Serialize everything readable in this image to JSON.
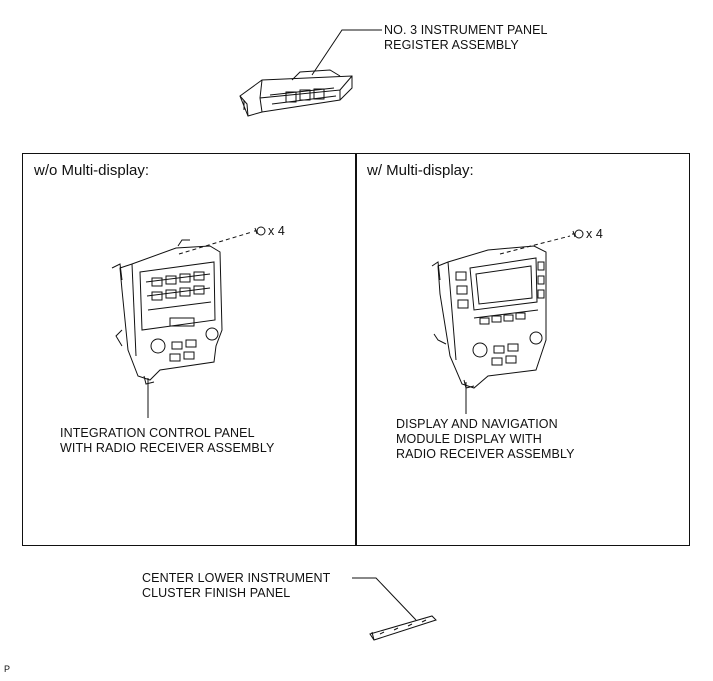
{
  "top_part": {
    "label": "NO. 3 INSTRUMENT PANEL\nREGISTER ASSEMBLY"
  },
  "left_panel": {
    "header": "w/o Multi-display:",
    "screw_count": "x 4",
    "label": "INTEGRATION CONTROL PANEL\nWITH RADIO RECEIVER ASSEMBLY"
  },
  "right_panel": {
    "header": "w/ Multi-display:",
    "screw_count": "x 4",
    "label": "DISPLAY AND NAVIGATION\nMODULE DISPLAY WITH\nRADIO RECEIVER ASSEMBLY"
  },
  "bottom_part": {
    "label": "CENTER LOWER INSTRUMENT\nCLUSTER FINISH PANEL"
  },
  "corner_mark": "P"
}
